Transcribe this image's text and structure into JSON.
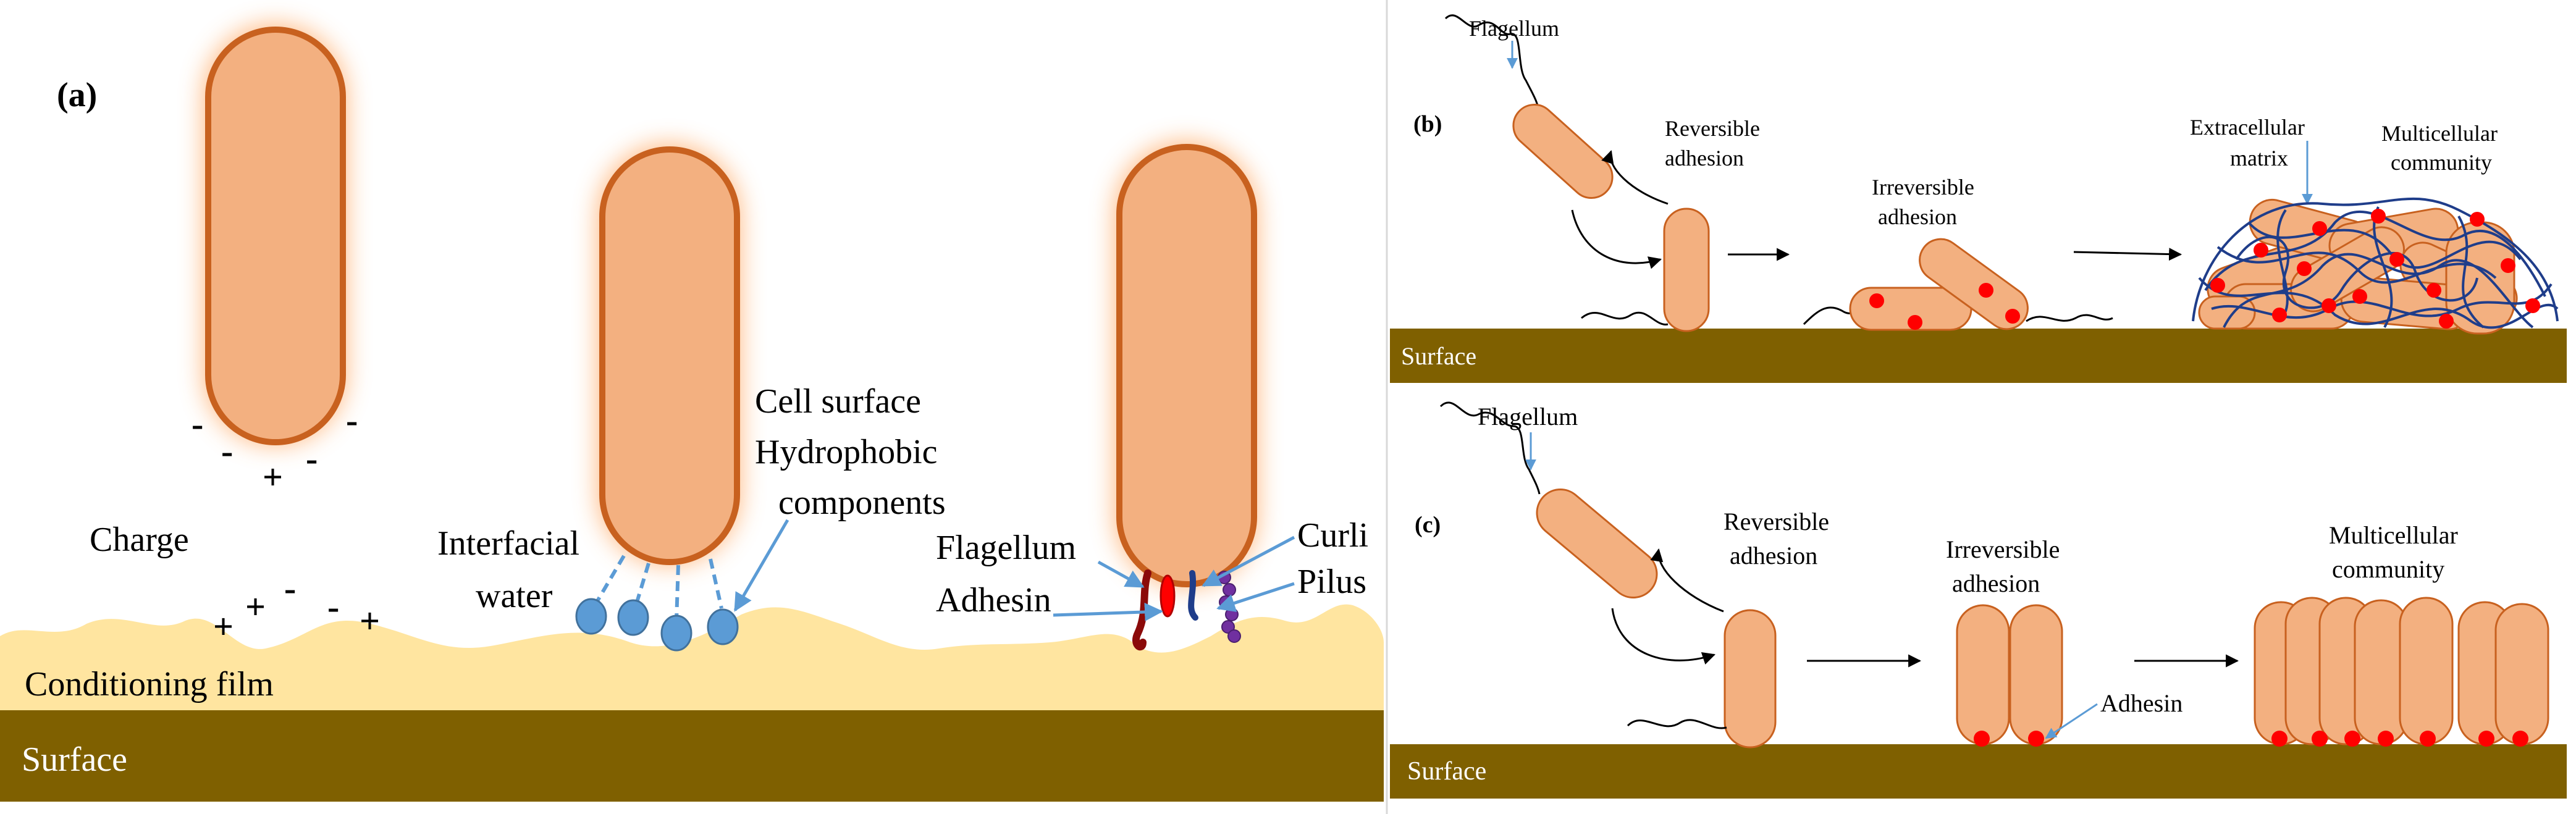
{
  "panel_a": {
    "label": "(a)",
    "surface": "Surface",
    "conditioning_film": "Conditioning film",
    "charge": "Charge",
    "interfacial_water": [
      "Interfacial",
      "water"
    ],
    "hydrophobic": [
      "Cell surface",
      "Hydrophobic",
      "components"
    ],
    "flagellum": "Flagellum",
    "adhesin": "Adhesin",
    "curli": "Curli",
    "pilus": "Pilus",
    "neg_sign": "-",
    "pos_sign": "+"
  },
  "panel_b": {
    "label": "(b)",
    "flagellum": "Flagellum",
    "reversible": [
      "Reversible",
      "adhesion"
    ],
    "irreversible": [
      "Irreversible",
      "adhesion"
    ],
    "matrix": [
      "Extracellular",
      "matrix"
    ],
    "community": [
      "Multicellular",
      "community"
    ],
    "surface": "Surface"
  },
  "panel_c": {
    "label": "(c)",
    "flagellum": "Flagellum",
    "reversible": [
      "Reversible",
      "adhesion"
    ],
    "irreversible": [
      "Irreversible",
      "adhesion"
    ],
    "community": [
      "Multicellular",
      "community"
    ],
    "adhesin": "Adhesin",
    "surface": "Surface"
  },
  "colors": {
    "cell_fill": "#f3b080",
    "cell_stroke": "#c8611f",
    "glow": "#ff9a4a",
    "film": "#ffe5a0",
    "surface": "#7f6000",
    "adhesin_dot": "#ff0000",
    "matrix_line": "#1f3d8a",
    "arrow_blue": "#5b9bd5",
    "water_drop": "#5b9bd5"
  }
}
